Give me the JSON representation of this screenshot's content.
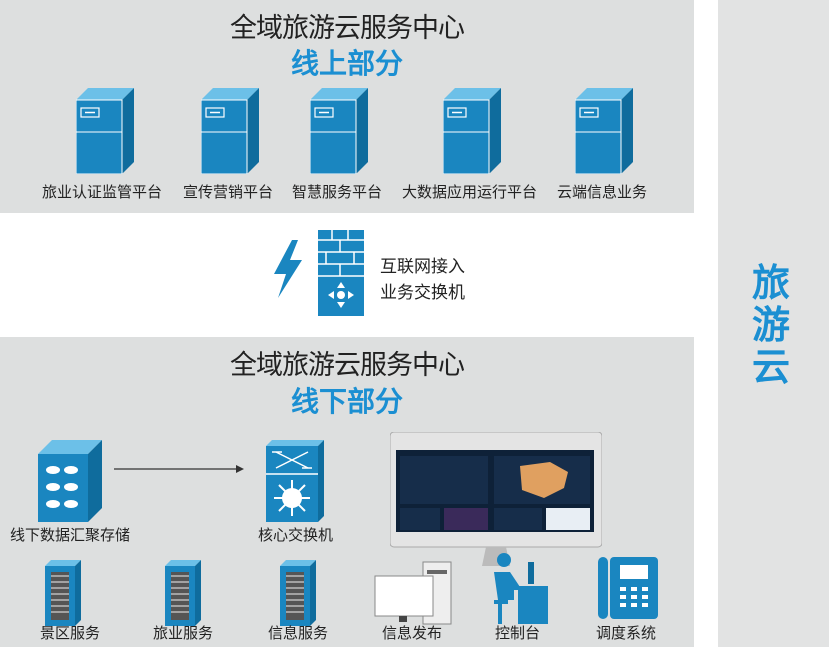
{
  "online": {
    "title": "全域旅游云服务中心",
    "subtitle": "线上部分",
    "servers": [
      "旅业认证监管平台",
      "宣传营销平台",
      "智慧服务平台",
      "大数据应用运行平台",
      "云端信息业务"
    ]
  },
  "gateway": {
    "line1": "互联网接入",
    "line2": "业务交换机"
  },
  "offline": {
    "title": "全域旅游云服务中心",
    "subtitle": "线下部分",
    "storage": "线下数据汇聚存储",
    "core_switch": "核心交换机",
    "bottom": [
      "景区服务",
      "旅业服务",
      "信息服务",
      "信息发布",
      "控制台",
      "调度系统"
    ]
  },
  "side_label": "旅游云",
  "colors": {
    "blue": "#1b8fd2",
    "server": "#1a86c0",
    "gray": "#dddfdf"
  }
}
